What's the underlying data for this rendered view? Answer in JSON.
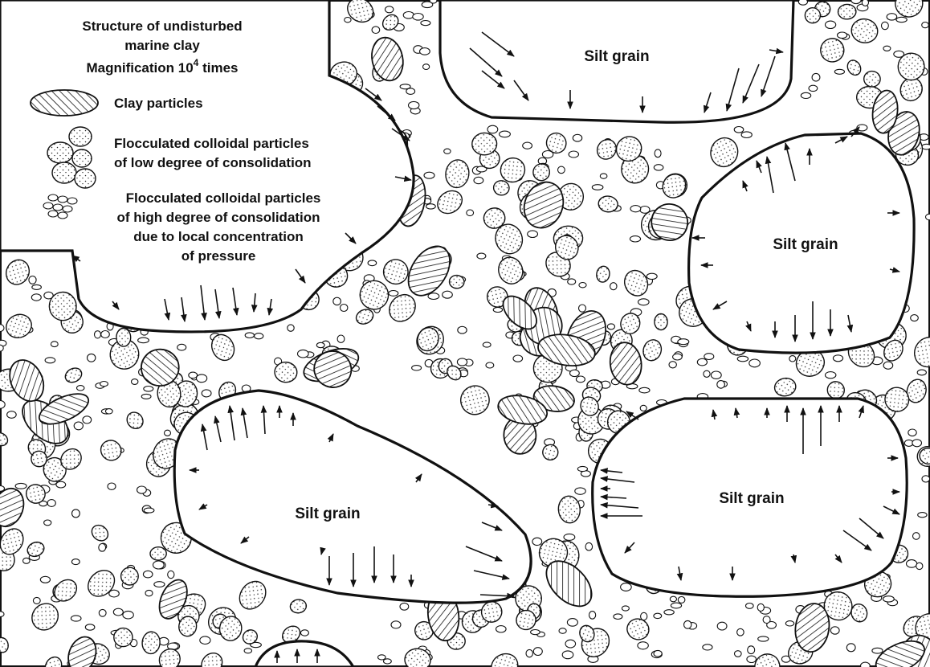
{
  "legend": {
    "title_lines": [
      "Structure of undisturbed",
      "marine clay"
    ],
    "magnification_prefix": "Magnification 10",
    "magnification_exponent": "4",
    "magnification_suffix": " times",
    "clay_label": "Clay particles",
    "low_lines": [
      "Flocculated colloidal particles",
      "of low degree of consolidation"
    ],
    "high_lines": [
      "Flocculated colloidal particles",
      "of high degree of consolidation",
      "due to local concentration",
      "of pressure"
    ]
  },
  "grains": {
    "top": "Silt grain",
    "right": "Silt grain",
    "bottom_left": "Silt grain",
    "bottom_right": "Silt grain"
  },
  "colors": {
    "ink": "#111111",
    "paper": "#ffffff"
  }
}
